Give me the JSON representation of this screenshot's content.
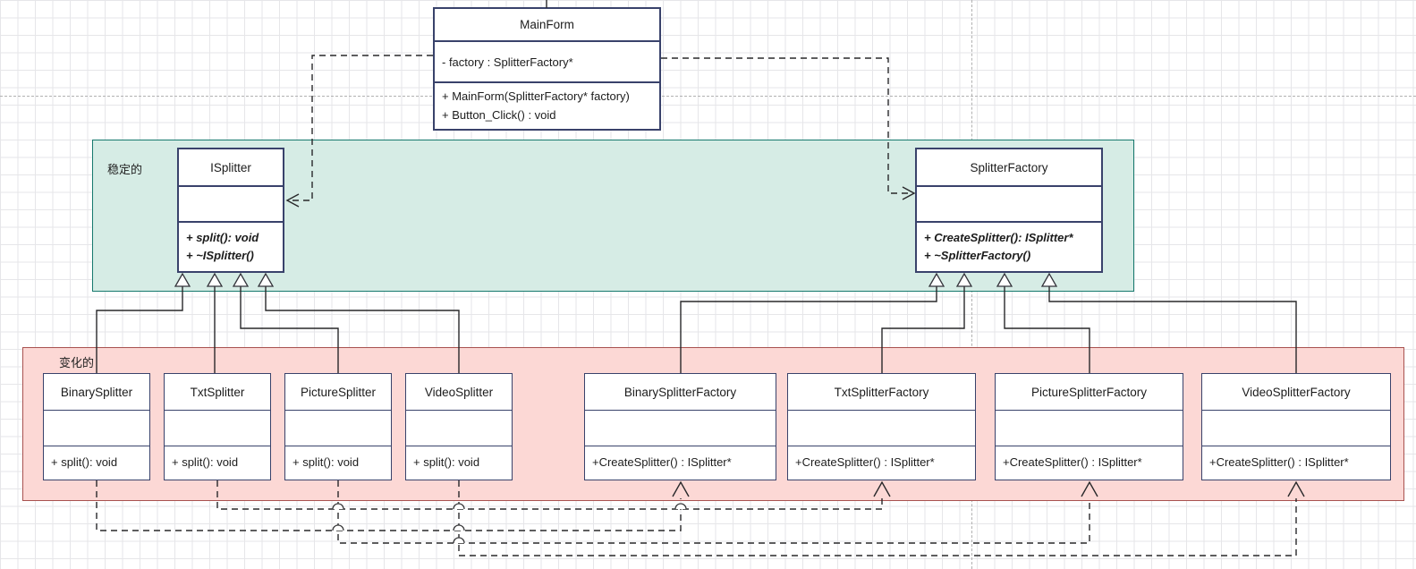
{
  "regions": {
    "stable": {
      "label": "稳定的"
    },
    "variable": {
      "label": "变化的"
    }
  },
  "classes": {
    "mainform": {
      "name": "MainForm",
      "attributes": [
        "- factory : SplitterFactory*"
      ],
      "methods": [
        "+ MainForm(SplitterFactory* factory)",
        "+ Button_Click() : void"
      ]
    },
    "isplitter": {
      "name": "ISplitter",
      "methods": [
        "+ split(): void",
        "+ ~ISplitter()"
      ]
    },
    "splitterfactory": {
      "name": "SplitterFactory",
      "methods": [
        "+ CreateSplitter(): ISplitter*",
        "+ ~SplitterFactory()"
      ]
    },
    "binarysplitter": {
      "name": "BinarySplitter",
      "methods": [
        "+ split(): void"
      ]
    },
    "txtsplitter": {
      "name": "TxtSplitter",
      "methods": [
        "+ split(): void"
      ]
    },
    "picturesplitter": {
      "name": "PictureSplitter",
      "methods": [
        "+ split(): void"
      ]
    },
    "videosplitter": {
      "name": "VideoSplitter",
      "methods": [
        "+ split(): void"
      ]
    },
    "binarysplitterfactory": {
      "name": "BinarySplitterFactory",
      "methods": [
        "+CreateSplitter() : ISplitter*"
      ]
    },
    "txtsplitterfactory": {
      "name": "TxtSplitterFactory",
      "methods": [
        "+CreateSplitter() : ISplitter*"
      ]
    },
    "picturesplitterfactory": {
      "name": "PictureSplitterFactory",
      "methods": [
        "+CreateSplitter() : ISplitter*"
      ]
    },
    "videosplitterfactory": {
      "name": "VideoSplitterFactory",
      "methods": [
        "+CreateSplitter() : ISplitter*"
      ]
    }
  },
  "colors": {
    "stable_fill": "#d6ece5",
    "stable_border": "#16796d",
    "variable_fill": "#fcd8d5",
    "variable_border": "#a85250",
    "box_border": "#39426b",
    "connector": "#28282a",
    "grid": "#e6e6e9",
    "page_guide": "#b1b1b1"
  }
}
